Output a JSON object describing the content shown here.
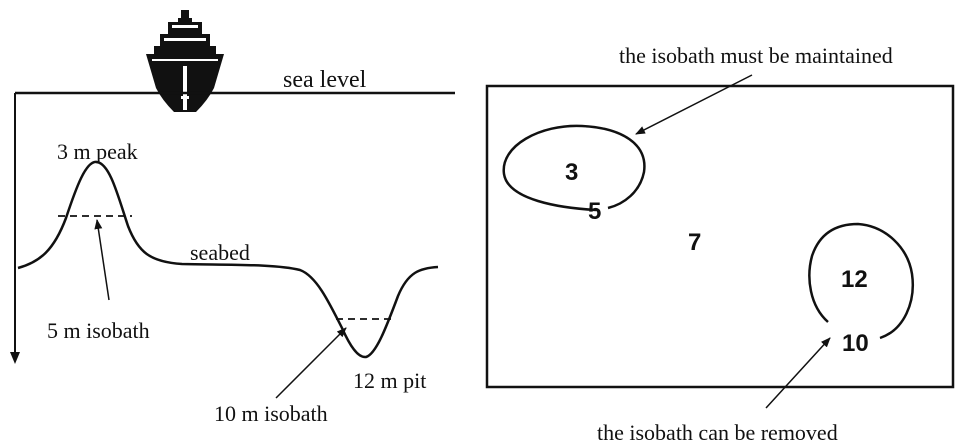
{
  "profile": {
    "sea_level_label": "sea level",
    "peak_label": "3 m peak",
    "seabed_label": "seabed",
    "isobath_5_label": "5 m isobath",
    "pit_label": "12 m pit",
    "isobath_10_label": "10 m isobath"
  },
  "chart_view": {
    "maintained_label": "the isobath must be maintained",
    "removed_label": "the isobath can be removed",
    "depth_3": "3",
    "depth_5": "5",
    "depth_7": "7",
    "depth_12": "12",
    "depth_10": "10"
  }
}
